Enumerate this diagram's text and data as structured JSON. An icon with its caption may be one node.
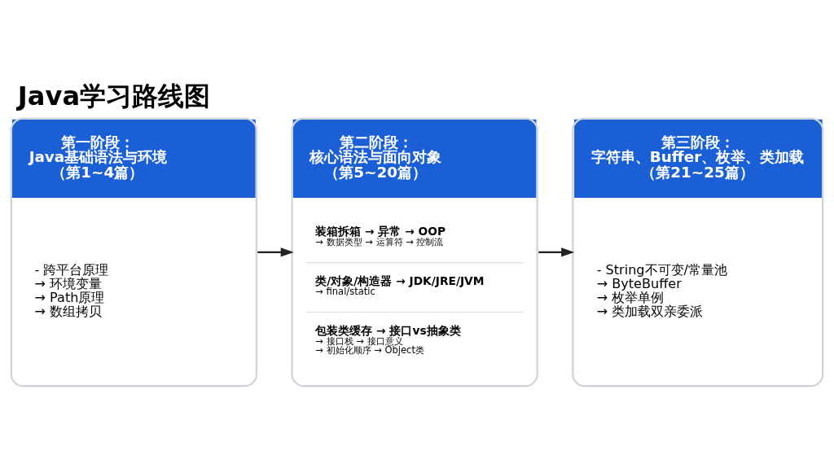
{
  "diagram": {
    "title": "Java学习路线图",
    "nodes": [
      {
        "text": [
          "第一阶段：Java基础语法与环境（第1~4篇）",
          "- 跨平台原理",
          "→ 环境变量",
          "→ Path原理",
          "→ 数组拷贝"
        ]
      },
      {
        "text": [
          "第二阶段：核心语法与面向对象（第5~20篇）",
          "装箱拆箱 → 异常 → OOP",
          "→ 数据类型 → 运算符 → 控制流",
          "类/对象/构造器 → JDK/JRE/JVM",
          "→ final/static",
          "包装类缓存 → 接口vs抽象类",
          "→ 接口栈 → 接口意义",
          "→ 初始化顺序 → Object类"
        ]
      },
      {
        "text": [
          "第三阶段：字符串、Buffer、枚举、类加载（第21~25篇）",
          "- String不可变/常量池",
          "→ ByteBuffer",
          "→ 枚举单例",
          "→ 类加载双亲委派"
        ]
      }
    ],
    "edges": [
      {
        "from": 0,
        "to": 1,
        "arrow": "to"
      },
      {
        "from": 1,
        "to": 2,
        "arrow": "to"
      }
    ]
  }
}
